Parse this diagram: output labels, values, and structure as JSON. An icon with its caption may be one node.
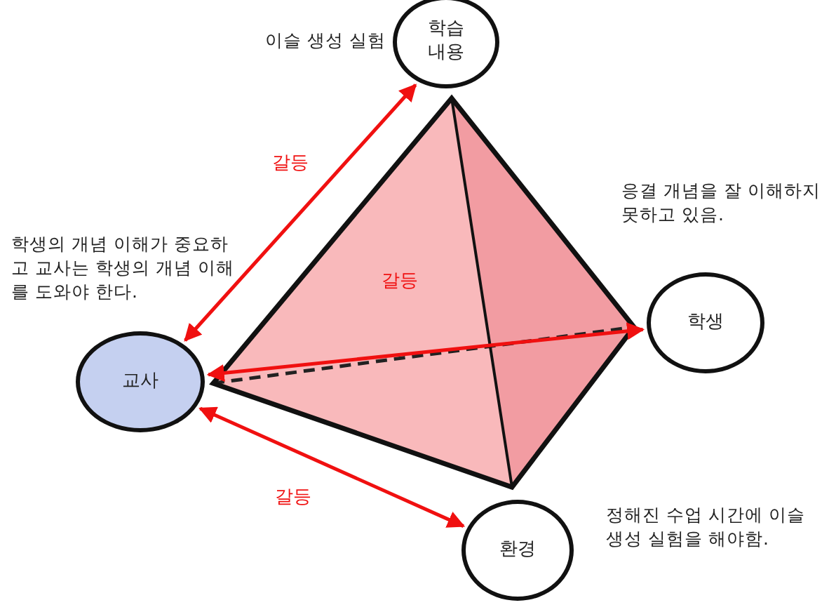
{
  "diagram": {
    "nodes": [
      {
        "text": [
          "학습 내용"
        ],
        "beside": [
          "이슬 생성 실험"
        ]
      },
      {
        "text": [
          "교사"
        ],
        "beside": [
          "학생의 개념 이해가 중요하고 교사는 학생의 개념 이해를 도와야 한다."
        ]
      },
      {
        "text": [
          "학생"
        ],
        "beside": [
          "응결 개념을 잘 이해하지 못하고 있음."
        ]
      },
      {
        "text": [
          "환경"
        ],
        "beside": [
          "정해진 수업 시간에 이슬 생성 실험을 해야함."
        ]
      }
    ],
    "edges": [
      {
        "from": 1,
        "to": 0,
        "arrow": "both",
        "label": "갈등"
      },
      {
        "from": 1,
        "to": 2,
        "arrow": "both",
        "label": "갈등"
      },
      {
        "from": 1,
        "to": 3,
        "arrow": "both",
        "label": "갈등"
      }
    ]
  }
}
